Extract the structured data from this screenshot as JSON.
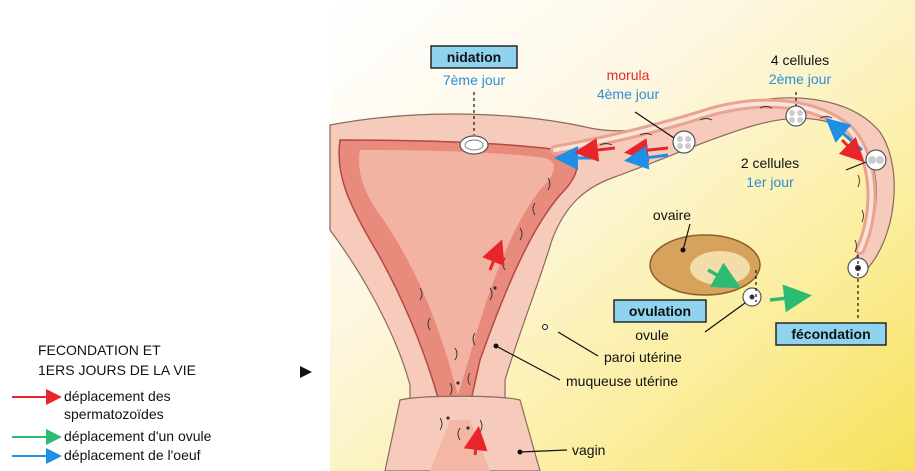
{
  "labels": {
    "nidation": "nidation",
    "nidation_day": "7ème jour",
    "morula": "morula",
    "morula_day": "4ème jour",
    "four_cells": "4 cellules",
    "four_cells_day": "2ème jour",
    "two_cells": "2 cellules",
    "two_cells_day": "1er jour",
    "ovaire": "ovaire",
    "ovulation": "ovulation",
    "ovule": "ovule",
    "fecondation": "fécondation",
    "paroi": "paroi utérine",
    "muqueuse": "muqueuse utérine",
    "vagin": "vagin"
  },
  "legend": {
    "title_line1": "FECONDATION ET",
    "title_line2": "1ERS JOURS DE LA VIE",
    "items": [
      {
        "text_line1": "déplacement des",
        "text_line2": "spermatozoïdes",
        "color": "#e8252b"
      },
      {
        "text_line1": "déplacement  d'un ovule",
        "text_line2": "",
        "color": "#2dbb74"
      },
      {
        "text_line1": "déplacement  de l'oeuf",
        "text_line2": "",
        "color": "#1e8fe6"
      }
    ]
  },
  "colors": {
    "red_label": "#e22b2b",
    "blue_label": "#2b8fd8",
    "box_fill": "#8fd3ee",
    "tissue": "#f4a78f",
    "mucosa": "#e27a6d",
    "ovary": "#d7a25c"
  },
  "icons": {
    "legend_pointer": "triangle-right-icon"
  }
}
